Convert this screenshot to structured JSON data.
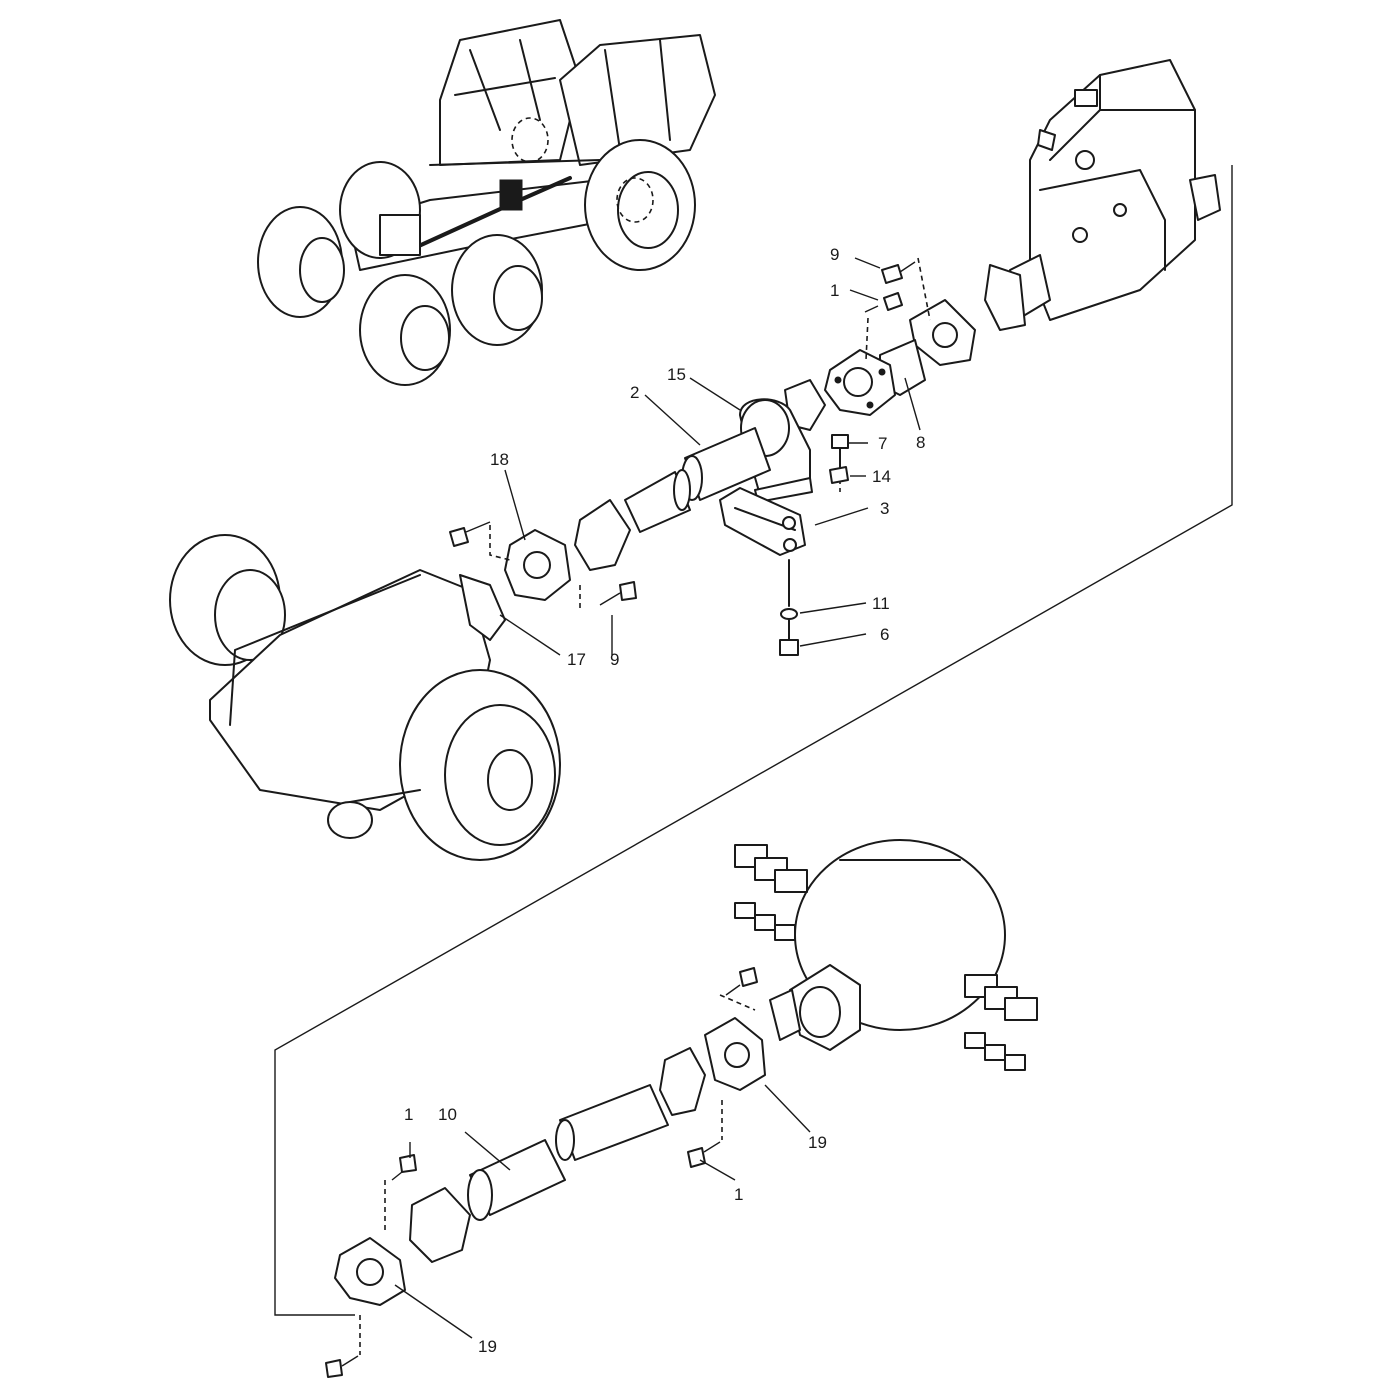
{
  "callouts": {
    "c9_top": "9",
    "c1_top": "1",
    "c15": "15",
    "c2": "2",
    "c8": "8",
    "c7": "7",
    "c14": "14",
    "c3": "3",
    "c18": "18",
    "c17": "17",
    "c9_mid": "9",
    "c11": "11",
    "c6": "6",
    "c1_left": "1",
    "c10": "10",
    "c19_right": "19",
    "c1_bottom": "1",
    "c19_left": "19"
  }
}
